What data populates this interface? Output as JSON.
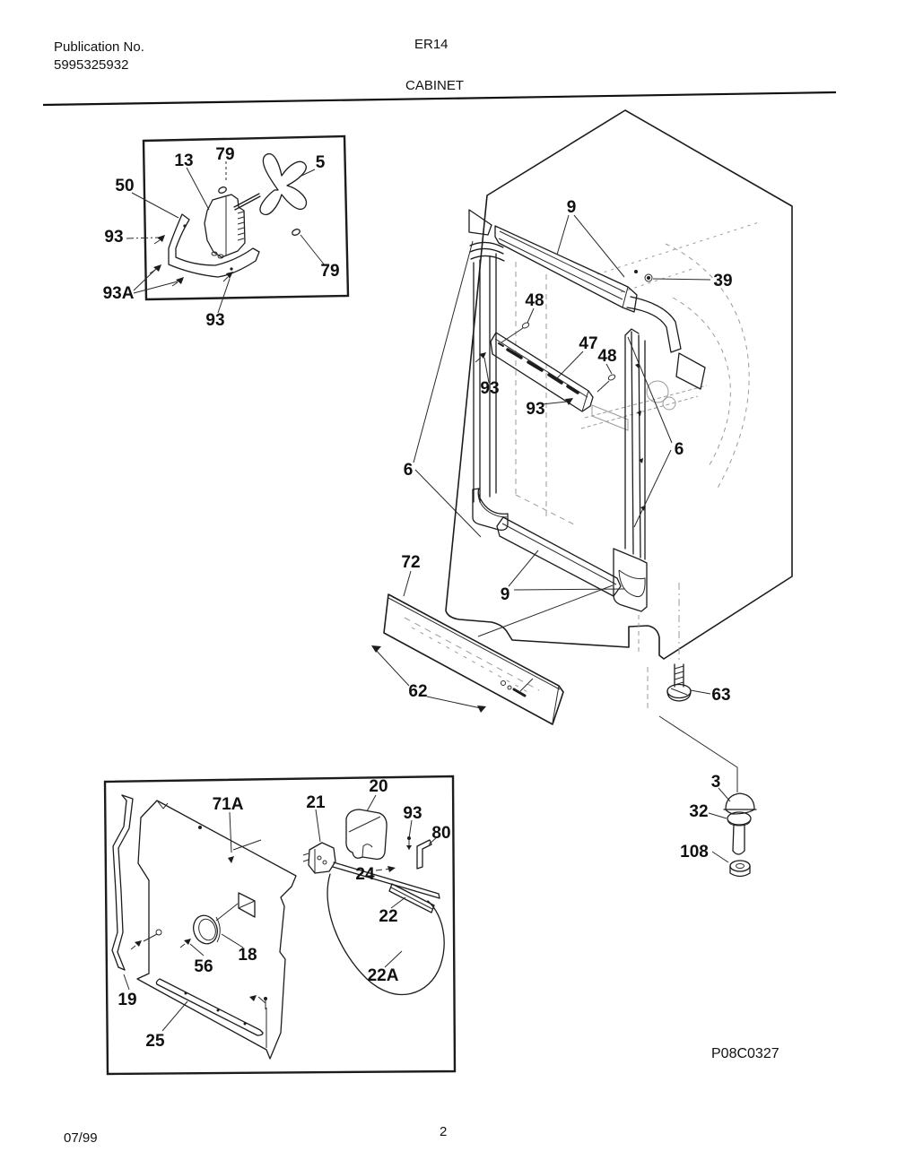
{
  "header": {
    "publication_label": "Publication No.",
    "publication_number": "5995325932",
    "model": "ER14",
    "section_title": "CABINET"
  },
  "footer": {
    "diagram_code": "P08C0327",
    "date_code": "07/99",
    "page_number": "2"
  },
  "callouts": {
    "inset_fan": {
      "c13": "13",
      "c79_top": "79",
      "c5": "5",
      "c50": "50",
      "c93_left": "93",
      "c93a": "93A",
      "c79_right": "79",
      "c93_bottom": "93"
    },
    "main": {
      "c9_top": "9",
      "c39": "39",
      "c48_left": "48",
      "c47": "47",
      "c48_right": "48",
      "c93_rail_left": "93",
      "c93_rail_right": "93",
      "c6_left": "6",
      "c6_right": "6",
      "c72": "72",
      "c9_bottom": "9",
      "c62": "62",
      "c63": "63",
      "c3": "3",
      "c32": "32",
      "c108": "108"
    },
    "inset_panel": {
      "c71a": "71A",
      "c20": "20",
      "c21": "21",
      "c93": "93",
      "c80": "80",
      "c24": "24",
      "c22": "22",
      "c22a": "22A",
      "c18": "18",
      "c56": "56",
      "c19": "19",
      "c25": "25"
    }
  }
}
